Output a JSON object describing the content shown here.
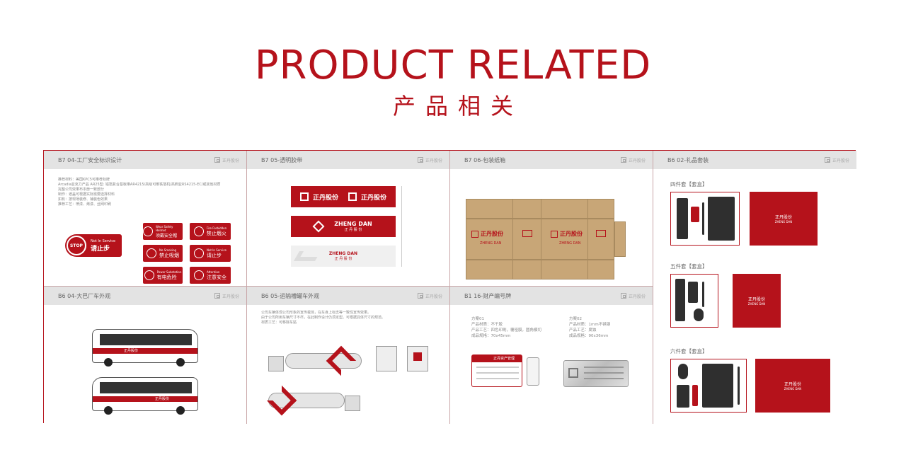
{
  "hero": {
    "title": "PRODUCT RELATED",
    "subtitle": "产品相关"
  },
  "brand": {
    "logo_cn": "正丹股份",
    "logo_en": "ZHENG DAN",
    "accent": "#b5121b",
    "kraft": "#c8a677"
  },
  "panels": {
    "safety": {
      "title": "B7 04-工厂安全标识设计",
      "notes": [
        "推荐材料：美国KPC5可推荐标牌",
        "Arcadia亚克力产品 AR25型: 铝箔复合基板推AR4215/高级可刷铁箔机/高刷亚RS4215-EC/或其他材质",
        "完整公司效果布本册一致部分",
        "制作：遮盖可根据实际需要选择材料",
        "如有：按现场装修、铺装色效果",
        "推荐工艺：喷漆、烤漆、丝网印刷"
      ],
      "stop_sign": {
        "stop": "STOP",
        "en": "Not In Service",
        "cn": "请止步"
      },
      "signs": [
        {
          "en": "Wear Safety Helmet",
          "cn": "须戴安全帽"
        },
        {
          "en": "Fire Forbidden",
          "cn": "禁止烟火"
        },
        {
          "en": "No Smoking",
          "cn": "禁止吸烟"
        },
        {
          "en": "Not In Service",
          "cn": "请止步"
        },
        {
          "en": "Power Substation",
          "cn": "有电危险"
        },
        {
          "en": "Attention",
          "cn": "注意安全"
        }
      ]
    },
    "tape": {
      "title": "B7 05-透明胶带",
      "en": "ZHENG DAN",
      "cn": "正 丹 股 份"
    },
    "carton": {
      "title": "B7 06-包装纸箱",
      "en": "ZHENG DAN"
    },
    "gift": {
      "title": "B6 02-礼品套装",
      "sets": [
        {
          "label": "四件套【套盒】"
        },
        {
          "label": "五件套【套盒】"
        },
        {
          "label": "六件套【套盒】"
        }
      ],
      "box_en": "ZHENG DAN"
    },
    "bus": {
      "title": "B6 04-大巴厂车外观"
    },
    "tanker": {
      "title": "B6 05-运输槽罐车外观",
      "notes": [
        "公司车辆体现公司形象的宣传载体，在车身上标志等一致性宣传效果。",
        "由于公司所用车辆尺寸不尽，在此制作设计仍须定型。可根据具体尺寸的规范。",
        "材质工艺：可移除车贴"
      ]
    },
    "plate": {
      "title": "B1 16-财产编号牌",
      "scheme1": {
        "name": "方案01",
        "lines": [
          "产品材质：不干胶",
          "产品工艺：四色印刷，覆哑膜，圆角模切",
          "成品规格：70x45mm"
        ]
      },
      "scheme2": {
        "name": "方案02",
        "lines": [
          "产品材质：1mm不锈钢",
          "产品工艺：腐蚀",
          "成品规格：90x36mm"
        ]
      },
      "label_title": "正丹资产管理"
    }
  }
}
